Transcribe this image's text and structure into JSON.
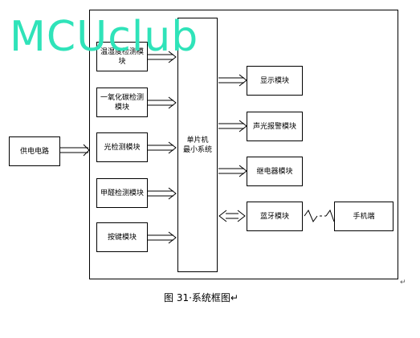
{
  "blocks": {
    "power": "供电电路",
    "sensors": [
      "温湿度检测模块",
      "一氧化碳检测模块",
      "光检测模块",
      "甲醛检测模块",
      "按键模块"
    ],
    "mcu_lines": [
      "单片机",
      "最小系统"
    ],
    "outputs": [
      "显示模块",
      "声光报警模块",
      "继电器模块",
      "蓝牙模块"
    ],
    "phone": "手机端"
  },
  "watermark": "MCUclub",
  "caption": "图 31·系统框图↵",
  "pilcrow": "↵"
}
